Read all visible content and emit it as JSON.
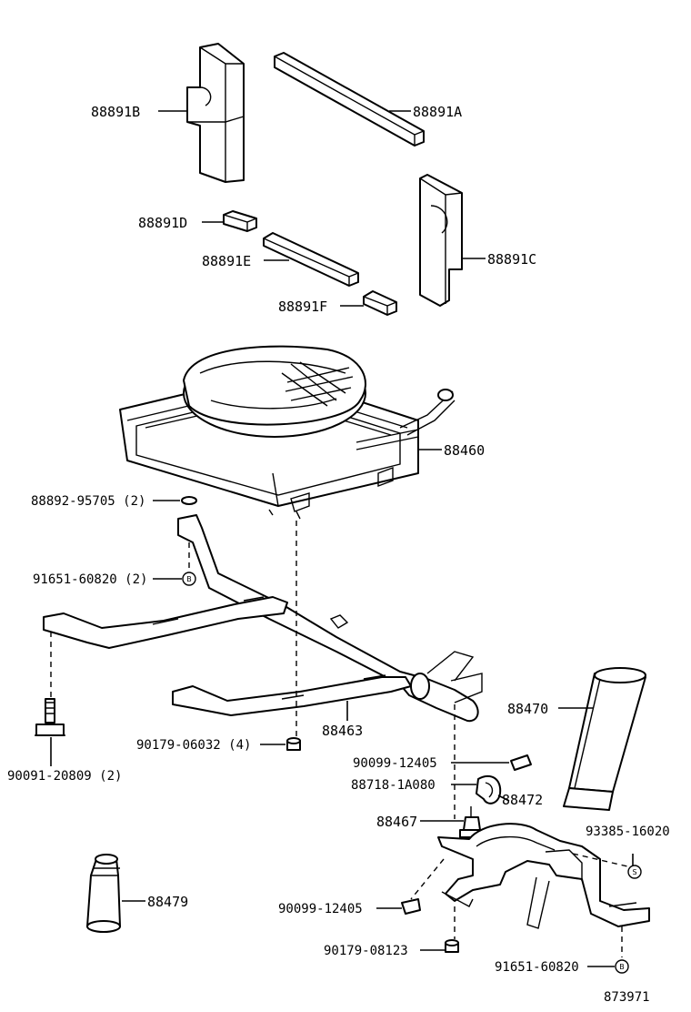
{
  "labels": {
    "p88891B": "88891B",
    "p88891A": "88891A",
    "p88891D": "88891D",
    "p88891C": "88891C",
    "p88891E": "88891E",
    "p88891F": "88891F",
    "p88460": "88460",
    "p88892": "88892-95705 (2)",
    "p91651a": "91651-60820 (2)",
    "p90091": "90091-20809 (2)",
    "p90179a": "90179-06032 (4)",
    "p88463": "88463",
    "p88470": "88470",
    "p90099a": "90099-12405",
    "p88718": "88718-1A080",
    "p88472": "88472",
    "p88467": "88467",
    "p93385": "93385-16020",
    "p88479": "88479",
    "p90099b": "90099-12405",
    "p90179b": "90179-08123",
    "p91651b": "91651-60820",
    "diagram_no": "873971"
  },
  "markers": {
    "b": "B",
    "s": "S"
  }
}
